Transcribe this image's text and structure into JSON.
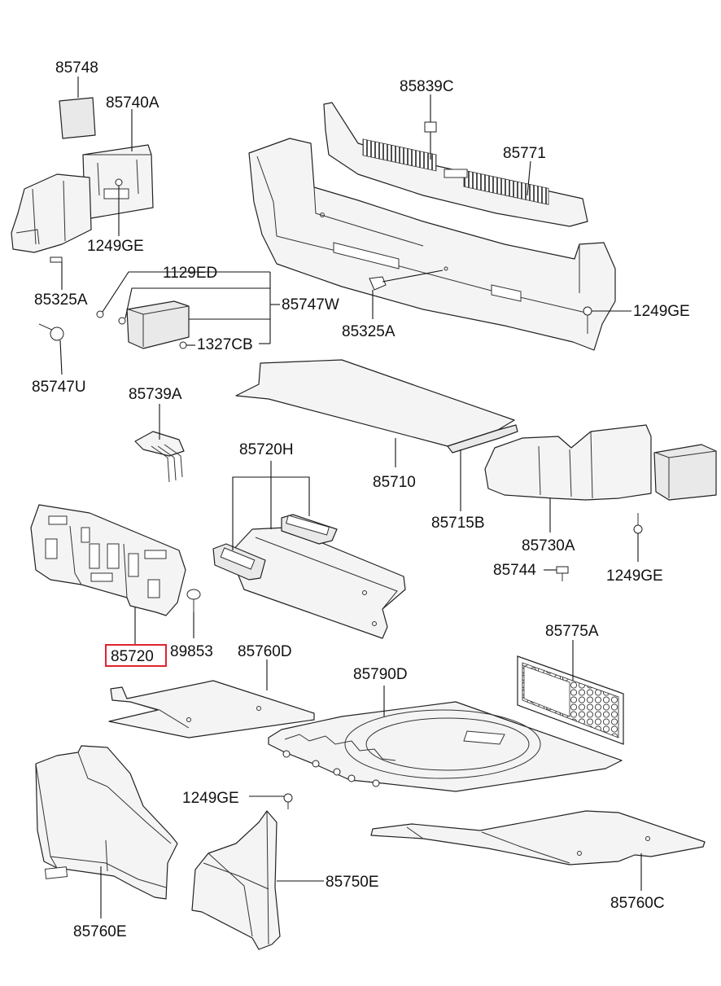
{
  "labels": {
    "p85748": "85748",
    "p85740A": "85740A",
    "p1249GE_a": "1249GE",
    "p85325A_a": "85325A",
    "p1129ED": "1129ED",
    "p85747W": "85747W",
    "p1327CB": "1327CB",
    "p85747U": "85747U",
    "p85839C": "85839C",
    "p85771": "85771",
    "p85325A_b": "85325A",
    "p1249GE_b": "1249GE",
    "p85739A": "85739A",
    "p85710": "85710",
    "p85715B": "85715B",
    "p85720H": "85720H",
    "p85730A": "85730A",
    "p85744": "85744",
    "p1249GE_c": "1249GE",
    "p85720": "85720",
    "p89853": "89853",
    "p85760D": "85760D",
    "p85790D": "85790D",
    "p85775A": "85775A",
    "p1249GE_d": "1249GE",
    "p85750E": "85750E",
    "p85760E": "85760E",
    "p85760C": "85760C"
  },
  "highlight_color": "#e0242b"
}
